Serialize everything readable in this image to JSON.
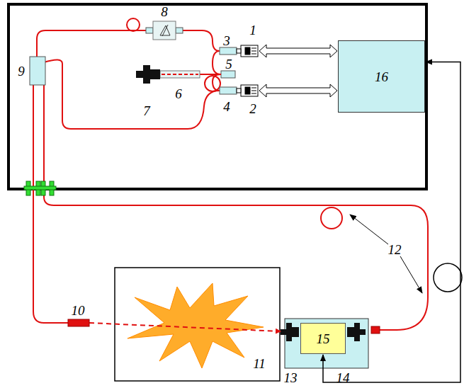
{
  "diagram": {
    "nodes": [
      {
        "text": [
          "16"
        ]
      },
      {
        "text": [
          "11"
        ]
      },
      {
        "text": [
          "15"
        ]
      }
    ],
    "edges": [
      {
        "from": 0,
        "to": 2,
        "arrow": "both"
      }
    ],
    "labels": [
      "1",
      "2",
      "3",
      "4",
      "5",
      "6",
      "7",
      "8",
      "9",
      "10",
      "12",
      "13",
      "14"
    ]
  }
}
